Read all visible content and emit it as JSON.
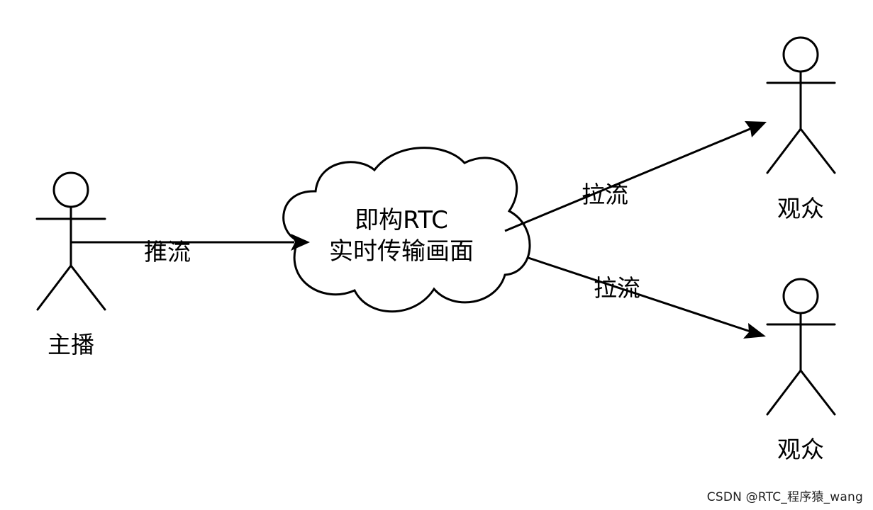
{
  "diagram": {
    "nodes": {
      "broadcaster": {
        "label": "主播"
      },
      "cloud": {
        "line1": "即构RTC",
        "line2": "实时传输画面"
      },
      "viewer_top": {
        "label": "观众"
      },
      "viewer_bottom": {
        "label": "观众"
      }
    },
    "edges": {
      "push": {
        "label": "推流"
      },
      "pull_top": {
        "label": "拉流"
      },
      "pull_bottom": {
        "label": "拉流"
      }
    }
  },
  "watermark": "CSDN @RTC_程序猿_wang",
  "colors": {
    "stroke": "#000000",
    "background": "#ffffff"
  }
}
